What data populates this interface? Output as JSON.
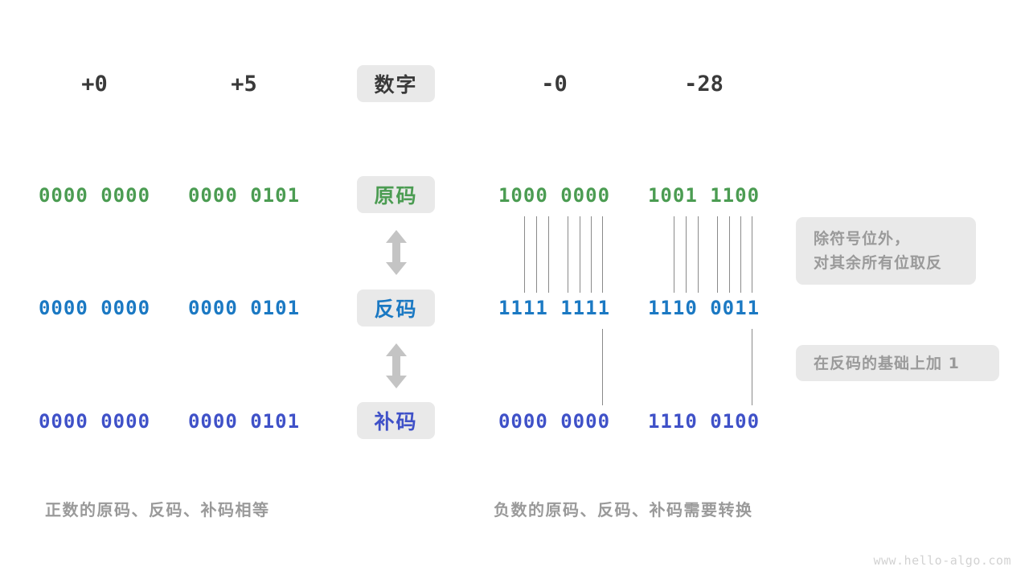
{
  "title": "原码、反码、补码对照图",
  "colors": {
    "green": "#4b9c52",
    "blue": "#1b79c3",
    "indigo": "#3f51c8",
    "chip_bg": "#e9e9e9",
    "note_text": "#9a9a9a",
    "line": "#8a8a8a",
    "heading": "#3a3a3a"
  },
  "header": {
    "col_pos_zero": "+0",
    "col_pos_five": "+5",
    "label": "数字",
    "col_neg_zero": "-0",
    "col_neg_twentyeight": "-28"
  },
  "rows": [
    {
      "key": "sign_magnitude",
      "label": "原码",
      "color": "green",
      "pos_zero": "0000 0000",
      "pos_five": "0000 0101",
      "neg_zero": "1000 0000",
      "neg_twentyeight": "1001 1100"
    },
    {
      "key": "ones_complement",
      "label": "反码",
      "color": "blue",
      "pos_zero": "0000 0000",
      "pos_five": "0000 0101",
      "neg_zero": "1111 1111",
      "neg_twentyeight": "1110 0011"
    },
    {
      "key": "twos_complement",
      "label": "补码",
      "color": "indigo",
      "pos_zero": "0000 0000",
      "pos_five": "0000 0101",
      "neg_zero": "0000 0000",
      "neg_twentyeight": "1110 0100"
    }
  ],
  "notes": {
    "invert_line1": "除符号位外，",
    "invert_line2": "对其余所有位取反",
    "add_one": "在反码的基础上加 1"
  },
  "captions": {
    "positive": "正数的原码、反码、补码相等",
    "negative": "负数的原码、反码、补码需要转换"
  },
  "watermark": "www.hello-algo.com"
}
